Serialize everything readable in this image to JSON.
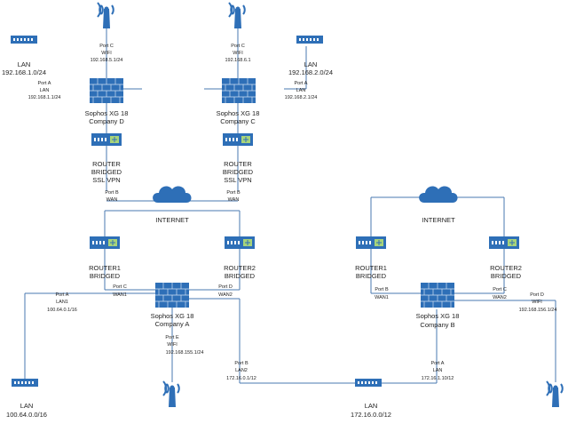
{
  "topleft": {
    "lan_title": "LAN",
    "lan_net": "192.168.1.0/24",
    "portc": "Port C",
    "wifi": "WIFI",
    "wifi_ip": "192.168.5.1/24",
    "porta": "Port A",
    "lan": "LAN",
    "lan_ip": "192.168.1.1/24",
    "fw1": "Sophos XG 18",
    "fw2": "Company D",
    "r1": "ROUTER",
    "r2": "BRIDGED",
    "r3": "SSL VPN",
    "portb": "Port B",
    "wan": "WAN"
  },
  "topright": {
    "lan_title": "LAN",
    "lan_net": "192.168.2.0/24",
    "portc": "Port C",
    "wifi": "WIFI",
    "wifi_ip": "192.168.6.1",
    "porta": "Port A",
    "lan": "LAN",
    "lan_ip": "192.168.2.1/24",
    "fw1": "Sophos XG 18",
    "fw2": "Company C",
    "r1": "ROUTER",
    "r2": "BRIDGED",
    "r3": "SSL VPN",
    "portb": "Port B",
    "wan": "WAN"
  },
  "internet_a": "INTERNET",
  "companyA": {
    "router1_a": "ROUTER1",
    "router1_b": "BRIDGED",
    "router2_a": "ROUTER2",
    "router2_b": "BRIDGED",
    "portc": "Port C",
    "wan1": "WAN1",
    "portd": "Port D",
    "wan2": "WAN2",
    "porta": "Port A",
    "lan1": "LAN1",
    "lan1_ip": "100.64.0.1/16",
    "fw1": "Sophos XG 18",
    "fw2": "Company  A",
    "porte": "Port E",
    "wifi": "WIFI",
    "wifi_ip": "192.168.155.1/24",
    "portb": "Port B",
    "lan2": "LAN2",
    "lan2_ip": "172.16.0.1/12",
    "lan_title": "LAN",
    "lan_net": "100.64.0.0/16"
  },
  "shared_lan": {
    "lan_title": "LAN",
    "lan_net": "172.16.0.0/12"
  },
  "internet_b": "INTERNET",
  "companyB": {
    "router1_a": "ROUTER1",
    "router1_b": "BRIDGED",
    "router2_a": "ROUTER2",
    "router2_b": "BRIDGED",
    "portb": "Port B",
    "wan1": "WAN1",
    "portc": "Port C",
    "wan2": "WAN2",
    "portd": "Port D",
    "wifi": "WIFI",
    "wifi_ip": "192.168.156.1/24",
    "fw1": "Sophos XG 18",
    "fw2": "Company B",
    "porta": "Port A",
    "lan": "LAN",
    "lan_ip": "172.16.1.10/12"
  }
}
